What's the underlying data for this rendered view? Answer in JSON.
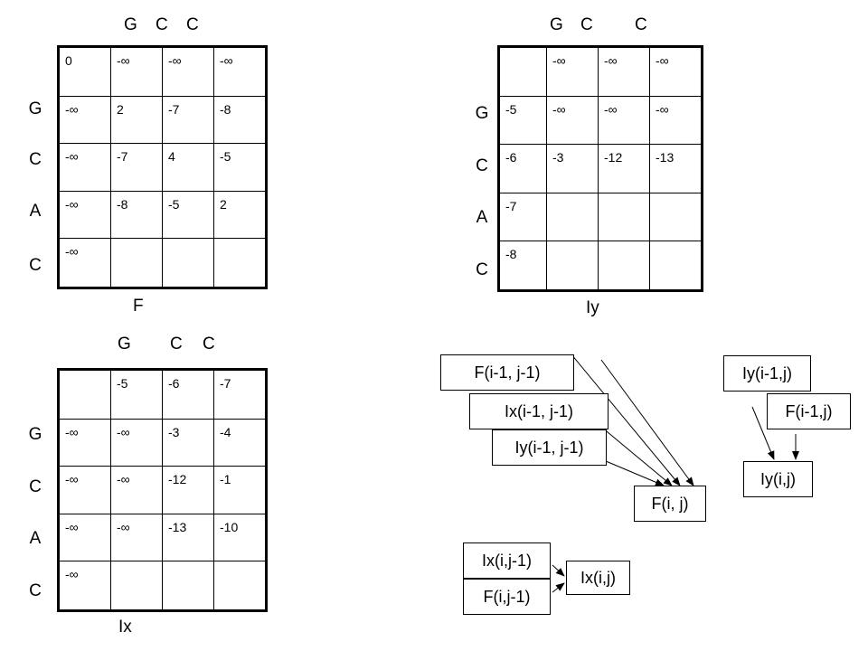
{
  "F": {
    "col_headers": [
      "G",
      "C",
      "C"
    ],
    "row_headers": [
      "G",
      "C",
      "A",
      "C"
    ],
    "label": "F",
    "cells": [
      [
        "0",
        "-∞",
        "-∞",
        "-∞"
      ],
      [
        "-∞",
        "2",
        "-7",
        "-8"
      ],
      [
        "-∞",
        "-7",
        "4",
        "-5"
      ],
      [
        "-∞",
        "-8",
        "-5",
        "2"
      ],
      [
        "-∞",
        "",
        "",
        ""
      ]
    ]
  },
  "Iy": {
    "col_headers": [
      "G",
      "C",
      "C"
    ],
    "row_headers": [
      "G",
      "C",
      "A",
      "C"
    ],
    "label": "Iy",
    "cells": [
      [
        "",
        "-∞",
        "-∞",
        "-∞"
      ],
      [
        "-5",
        "-∞",
        "-∞",
        "-∞"
      ],
      [
        "-6",
        "-3",
        "-12",
        "-13"
      ],
      [
        "-7",
        "",
        "",
        ""
      ],
      [
        "-8",
        "",
        "",
        ""
      ]
    ]
  },
  "Ix": {
    "col_headers": [
      "G",
      "C",
      "C"
    ],
    "row_headers": [
      "G",
      "C",
      "A",
      "C"
    ],
    "label": "Ix",
    "cells": [
      [
        "",
        "-5",
        "-6",
        "-7"
      ],
      [
        "-∞",
        "-∞",
        "-3",
        "-4"
      ],
      [
        "-∞",
        "-∞",
        "-12",
        "-1"
      ],
      [
        "-∞",
        "-∞",
        "-13",
        "-10"
      ],
      [
        "-∞",
        "",
        "",
        ""
      ]
    ]
  },
  "diagram": {
    "F_prev_diag": "F(i-1, j-1)",
    "Ix_prev_diag": "Ix(i-1, j-1)",
    "Iy_prev_diag": "Iy(i-1, j-1)",
    "F_cur": "F(i, j)",
    "Iy_prev_row": "Iy(i-1,j)",
    "F_prev_row": "F(i-1,j)",
    "Iy_cur": "Iy(i,j)",
    "Ix_prev_col": "Ix(i,j-1)",
    "F_prev_col": "F(i,j-1)",
    "Ix_cur": "Ix(i,j)"
  }
}
